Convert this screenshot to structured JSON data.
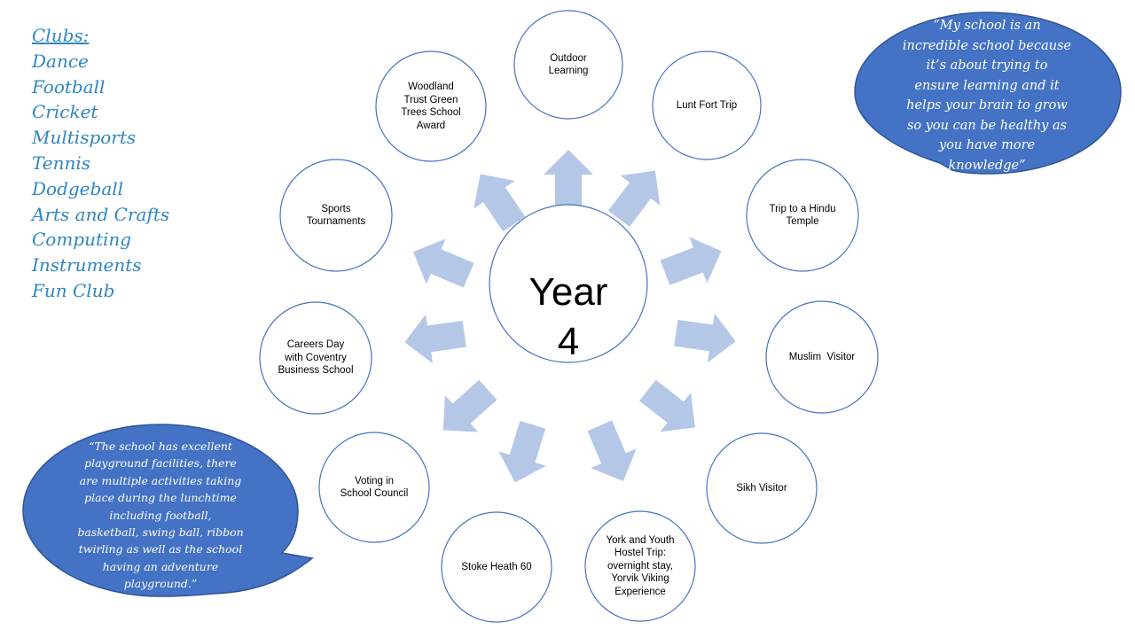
{
  "clubs": {
    "heading": "Clubs:",
    "items": [
      "Dance",
      "Football",
      "Cricket",
      "Multisports",
      "Tennis",
      "Dodgeball",
      "Arts and Crafts",
      "Computing",
      "Instruments",
      "Fun Club"
    ]
  },
  "center": {
    "line1": "Year",
    "line2": "4"
  },
  "nodes": [
    {
      "id": "outdoor-learning",
      "lines": [
        "Outdoor",
        "Learning"
      ]
    },
    {
      "id": "lunt-fort-trip",
      "lines": [
        "Lunt Fort Trip"
      ]
    },
    {
      "id": "hindu-temple-trip",
      "lines": [
        "Trip to a Hindu",
        "Temple"
      ]
    },
    {
      "id": "muslim-visitor",
      "lines": [
        "Muslim  Visitor"
      ]
    },
    {
      "id": "sikh-visitor",
      "lines": [
        "Sikh Visitor"
      ]
    },
    {
      "id": "york-trip",
      "lines": [
        "York and Youth",
        "Hostel Trip:",
        "overnight stay,",
        "Yorvik Viking",
        "Experience"
      ]
    },
    {
      "id": "stoke-heath",
      "lines": [
        "Stoke Heath 60"
      ]
    },
    {
      "id": "school-council",
      "lines": [
        "Voting in",
        "School Council"
      ]
    },
    {
      "id": "careers-day",
      "lines": [
        "Careers Day",
        "with Coventry",
        "Business School"
      ]
    },
    {
      "id": "sports-tournaments",
      "lines": [
        "Sports",
        "Tournaments"
      ]
    },
    {
      "id": "woodland-trust",
      "lines": [
        "Woodland",
        "Trust Green",
        "Trees School",
        "Award"
      ]
    }
  ],
  "quotes": {
    "top_right": [
      "“My school is an",
      "incredible school because",
      "it’s about trying to",
      "ensure learning and it",
      "helps your brain to grow",
      "so you can be healthy as",
      "you have more",
      "knowledge”"
    ],
    "bottom_left": [
      "“The school has excellent",
      "playground facilities, there",
      "are multiple activities taking",
      "place during the lunchtime",
      "including football,",
      "basketball, swing ball, ribbon",
      "twirling as well as the school",
      "having an adventure",
      "playground.”"
    ]
  },
  "colors": {
    "clubs_text": "#2e86c1",
    "bubble_fill": "#4472c4",
    "bubble_stroke": "#2f5597",
    "arrow_fill": "#b4c7e7",
    "circle_stroke": "#4472c4"
  }
}
